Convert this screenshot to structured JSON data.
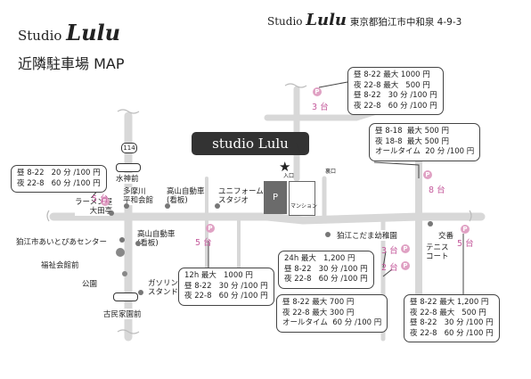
{
  "header": {
    "studio_word": "Studio",
    "brand_word": "Lulu",
    "subtitle": "近隣駐車場 MAP"
  },
  "address": {
    "studio_word": "Studio",
    "brand_word": "Lulu",
    "text": "東京都狛江市中和泉 4-9-3"
  },
  "studio_banner": "studio Lulu",
  "building_labels": {
    "entrance": "入口",
    "mansion": "マンション",
    "parking_p": "P",
    "road_entrance": "裏口"
  },
  "landmarks": {
    "route_114": "114",
    "suijin_mae": "水神前",
    "tamagawa_kaikan": "多摩川\n平和会館",
    "takayama_sign_a": "高山自動車\n(看板)",
    "takayama_sign_b": "高山自動車\n(看板)",
    "uniform_studio": "ユニフォーム\nスタジオ",
    "ramen": "ラーメン屋\n大田亭",
    "aitopia": "狛江市あいとぴあセンター",
    "fukushi": "福祉会館前",
    "park": "公園",
    "gas": "ガソリン\nスタンド",
    "kominka": "古民家園前",
    "kodama": "狛江こだま幼稚園",
    "koban": "交番",
    "tennis": "テニス\nコート"
  },
  "lots": [
    {
      "count": "3 台",
      "pin": "P"
    },
    {
      "count": "8 台",
      "pin": "P"
    },
    {
      "count": "5 台",
      "pin": "P"
    },
    {
      "count": "5 台",
      "pin": "P"
    },
    {
      "count": "3 台",
      "pin": "P"
    },
    {
      "count": "2 台",
      "pin": "P"
    },
    {
      "count": "5 台",
      "pin": "P"
    }
  ],
  "callouts": {
    "top": "昼 8-22 最大 1000 円\n夜 22-8 最大   500 円\n昼 8-22   30 分 /100 円\n夜 22-8   60 分 /100 円",
    "right_upper": "昼 8-18  最大 500 円\n夜 18-8  最大 500 円\nオールタイム  20 分 /100 円",
    "left": "昼 8-22   20 分 /100 円\n夜 22-8   60 分 /100 円",
    "bottom_left": "12h 最大   1000 円\n昼 8-22   30 分 /100 円\n夜 22-8   60 分 /100 円",
    "center_upper": "24h 最大   1,200 円\n昼 8-22   30 分 /100 円\n夜 22-8   60 分 /100 円",
    "center_lower": "昼 8-22 最大 700 円\n夜 22-8 最大 300 円\nオールタイム  60 分 /100 円",
    "right_lower": "昼 8-22 最大 1,200 円\n夜 22-8 最大   500 円\n昼 8-22   30 分 /100 円\n夜 22-8   60 分 /100 円"
  },
  "colors": {
    "pin": "#e0a2c4",
    "count_text": "#c4589b",
    "road": "#d9d9d9",
    "building": "#6b6b6b"
  }
}
